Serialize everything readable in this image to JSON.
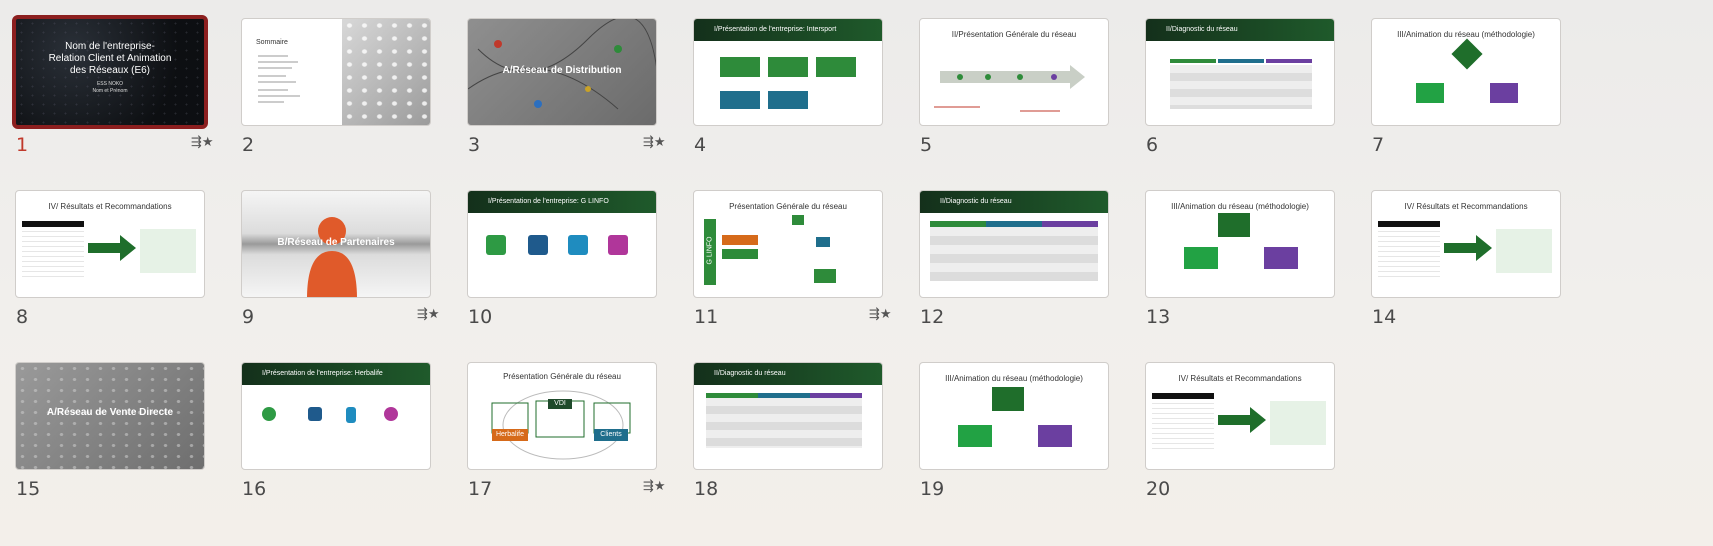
{
  "slides": [
    {
      "num": "1",
      "selected": true,
      "starred": true,
      "title_lines": [
        "Nom de l'entreprise-",
        "Relation Client et Animation",
        "des Réseaux (E6)"
      ],
      "sub1": "ESS NOKO",
      "sub2": "Nom et Prénom"
    },
    {
      "num": "2",
      "starred": false,
      "title": "Sommaire"
    },
    {
      "num": "3",
      "starred": true,
      "title": "A/Réseau de Distribution"
    },
    {
      "num": "4",
      "starred": false,
      "title": "I/Présentation de l'entreprise: Intersport"
    },
    {
      "num": "5",
      "starred": false,
      "title": "II/Présentation Générale du réseau"
    },
    {
      "num": "6",
      "starred": false,
      "title": "II/Diagnostic du réseau"
    },
    {
      "num": "7",
      "starred": false,
      "title": "III/Animation du réseau (méthodologie)"
    },
    {
      "num": "8",
      "starred": false,
      "title": "IV/ Résultats et Recommandations"
    },
    {
      "num": "9",
      "starred": true,
      "title": "B/Réseau de Partenaires"
    },
    {
      "num": "10",
      "starred": false,
      "title": "I/Présentation de l'entreprise: G LINFO"
    },
    {
      "num": "11",
      "starred": true,
      "title": "Présentation Générale du réseau",
      "side": "G LINFO"
    },
    {
      "num": "12",
      "starred": false,
      "title": "II/Diagnostic du réseau"
    },
    {
      "num": "13",
      "starred": false,
      "title": "III/Animation du réseau (méthodologie)"
    },
    {
      "num": "14",
      "starred": false,
      "title": "IV/ Résultats et Recommandations"
    },
    {
      "num": "15",
      "starred": false,
      "title": "A/Réseau de Vente Directe"
    },
    {
      "num": "16",
      "starred": false,
      "title": "I/Présentation de l'entreprise: Herbalife"
    },
    {
      "num": "17",
      "starred": true,
      "title": "Présentation Générale du réseau",
      "vdi": "VDI",
      "herbalife": "Herbalife",
      "clients": "Clients"
    },
    {
      "num": "18",
      "starred": false,
      "title": "II/Diagnostic du réseau"
    },
    {
      "num": "19",
      "starred": false,
      "title": "III/Animation du réseau (méthodologie)"
    },
    {
      "num": "20",
      "starred": false,
      "title": "IV/ Résultats et Recommandations"
    }
  ],
  "star_glyph": "⇶★",
  "colors": {
    "selection": "#8c1f1f",
    "slide_number_active": "#c0392b",
    "banner_green": "#1f5a2b"
  }
}
